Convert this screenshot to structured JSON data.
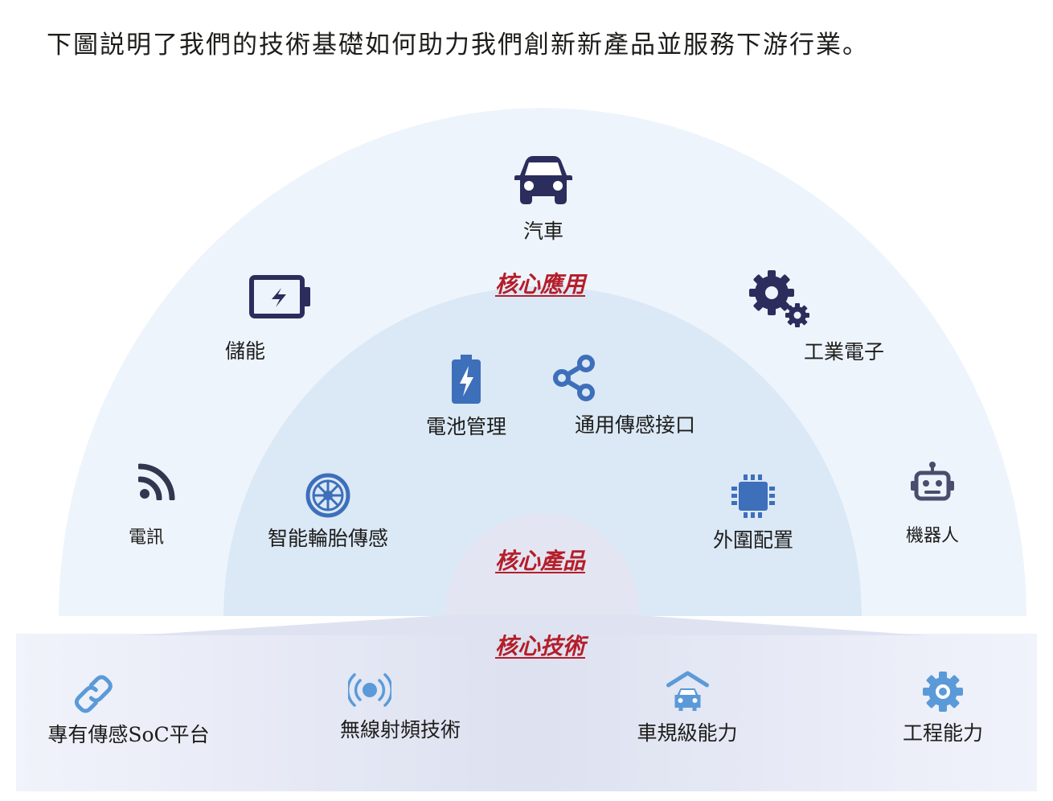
{
  "intro": "下圖説明了我們的技術基礎如何助力我們創新新產品並服務下游行業。",
  "layers": {
    "application": "核心應用",
    "product": "核心產品",
    "technology": "核心技術"
  },
  "applications": {
    "auto": "汽車",
    "storage": "儲能",
    "industrial": "工業電子",
    "telecom": "電訊",
    "robot": "機器人"
  },
  "products": {
    "battery": "電池管理",
    "interface": "通用傳感接口",
    "tire": "智能輪胎傳感",
    "peripheral": "外圍配置"
  },
  "technologies": {
    "soc": "專有傳感SoC平台",
    "rf": "無線射頻技術",
    "automotive": "車規級能力",
    "engineering": "工程能力"
  },
  "colors": {
    "navy": "#2b2d5c",
    "blue": "#3d6fba",
    "lightblue": "#5b9ad8",
    "red": "#b41e2a",
    "outer": "#eef4fc",
    "middle": "#dbe8f6",
    "inner": "#e3e6f2"
  }
}
